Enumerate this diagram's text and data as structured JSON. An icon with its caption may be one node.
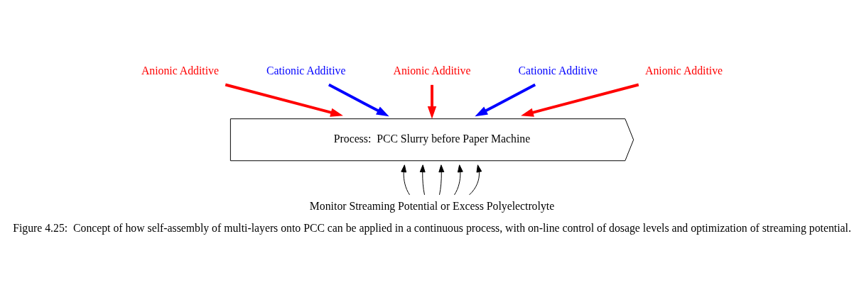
{
  "diagram": {
    "caption": "Figure 4.25:  Concept of how self-assembly of multi-layers onto PCC can be applied in a continuous process, with on-line control of dosage levels and optimization of streaming potential.",
    "nodes": [
      {
        "text": [
          "Anionic Additive"
        ]
      },
      {
        "text": [
          "Cationic Additive"
        ]
      },
      {
        "text": [
          "Anionic Additive"
        ]
      },
      {
        "text": [
          "Cationic Additive"
        ]
      },
      {
        "text": [
          "Anionic Additive"
        ]
      },
      {
        "text": [
          "Process:  PCC Slurry before Paper Machine"
        ]
      },
      {
        "text": [
          "Monitor Streaming Potential or Excess Polyelectrolyte"
        ]
      }
    ],
    "edges": [
      {
        "from": 0,
        "to": 5,
        "arrow": "to",
        "style": "thick",
        "color": "#ff0000"
      },
      {
        "from": 1,
        "to": 5,
        "arrow": "to",
        "style": "thick",
        "color": "#0000ff"
      },
      {
        "from": 2,
        "to": 5,
        "arrow": "to",
        "style": "thick",
        "color": "#ff0000"
      },
      {
        "from": 3,
        "to": 5,
        "arrow": "to",
        "style": "thick",
        "color": "#0000ff"
      },
      {
        "from": 4,
        "to": 5,
        "arrow": "to",
        "style": "thick",
        "color": "#ff0000"
      },
      {
        "from": 6,
        "to": 5,
        "arrow": "to"
      },
      {
        "from": 6,
        "to": 5,
        "arrow": "to"
      },
      {
        "from": 6,
        "to": 5,
        "arrow": "to"
      },
      {
        "from": 6,
        "to": 5,
        "arrow": "to"
      },
      {
        "from": 6,
        "to": 5,
        "arrow": "to"
      }
    ]
  }
}
